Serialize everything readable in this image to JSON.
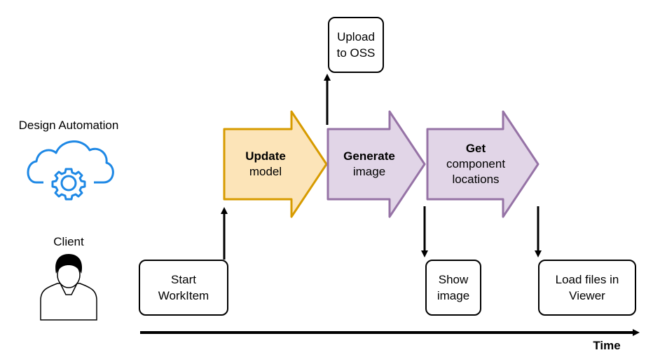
{
  "actors": {
    "design_automation": "Design Automation",
    "client": "Client"
  },
  "steps": [
    {
      "bold": "Update",
      "text": "model",
      "fill": "#fce4b8",
      "stroke": "#d79b00"
    },
    {
      "bold": "Generate",
      "text": "image",
      "fill": "#e1d5e7",
      "stroke": "#9673a6"
    },
    {
      "bold": "Get",
      "text_lines": [
        "component",
        "locations"
      ],
      "fill": "#e1d5e7",
      "stroke": "#9673a6"
    }
  ],
  "boxes": {
    "upload": [
      "Upload",
      "to OSS"
    ],
    "start": [
      "Start",
      "WorkItem"
    ],
    "show": [
      "Show",
      "image"
    ],
    "load": [
      "Load files in",
      "Viewer"
    ]
  },
  "timeline": {
    "label": "Time"
  },
  "icons": {
    "cloud": "cloud-gear-icon",
    "user": "user-icon",
    "cloud_color": "#1e88e5"
  }
}
